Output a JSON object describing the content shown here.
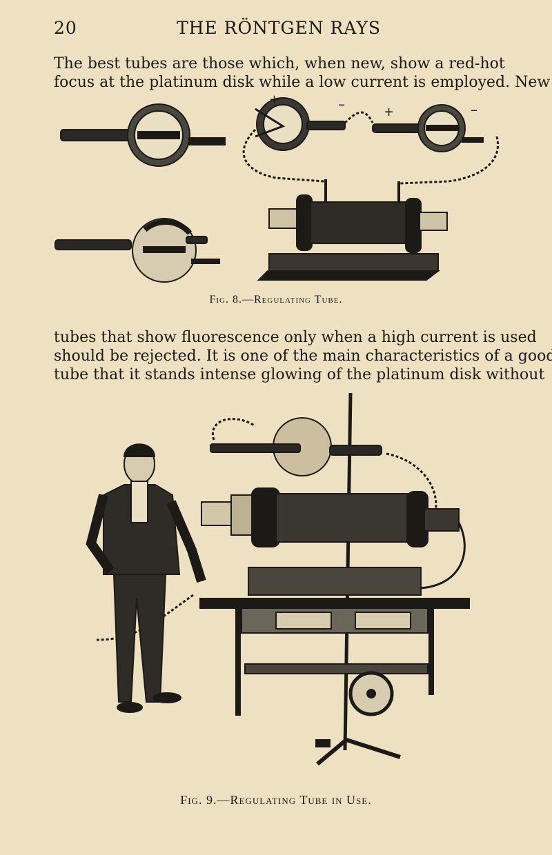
{
  "header": {
    "page_number": "20",
    "running_title": "THE RÖNTGEN RAYS"
  },
  "text": {
    "para1_lines": [
      "The best tubes are those which, when new, show a red-hot",
      "focus at the platinum disk while a low current is employed. New"
    ],
    "para2_lines": [
      "tubes that show fluorescence only when a high current is used",
      "should be rejected. It is one of the main characteristics of a good",
      "tube that it stands intense glowing of the platinum disk without"
    ]
  },
  "figures": {
    "fig8": {
      "caption": "Fig. 8.—Regulating Tube.",
      "plus_sign": "+",
      "minus_sign": "–"
    },
    "fig9": {
      "caption": "Fig. 9.—Regulating Tube in Use."
    }
  },
  "colors": {
    "paper": "#ede1c2",
    "ink": "#1b1a17"
  }
}
